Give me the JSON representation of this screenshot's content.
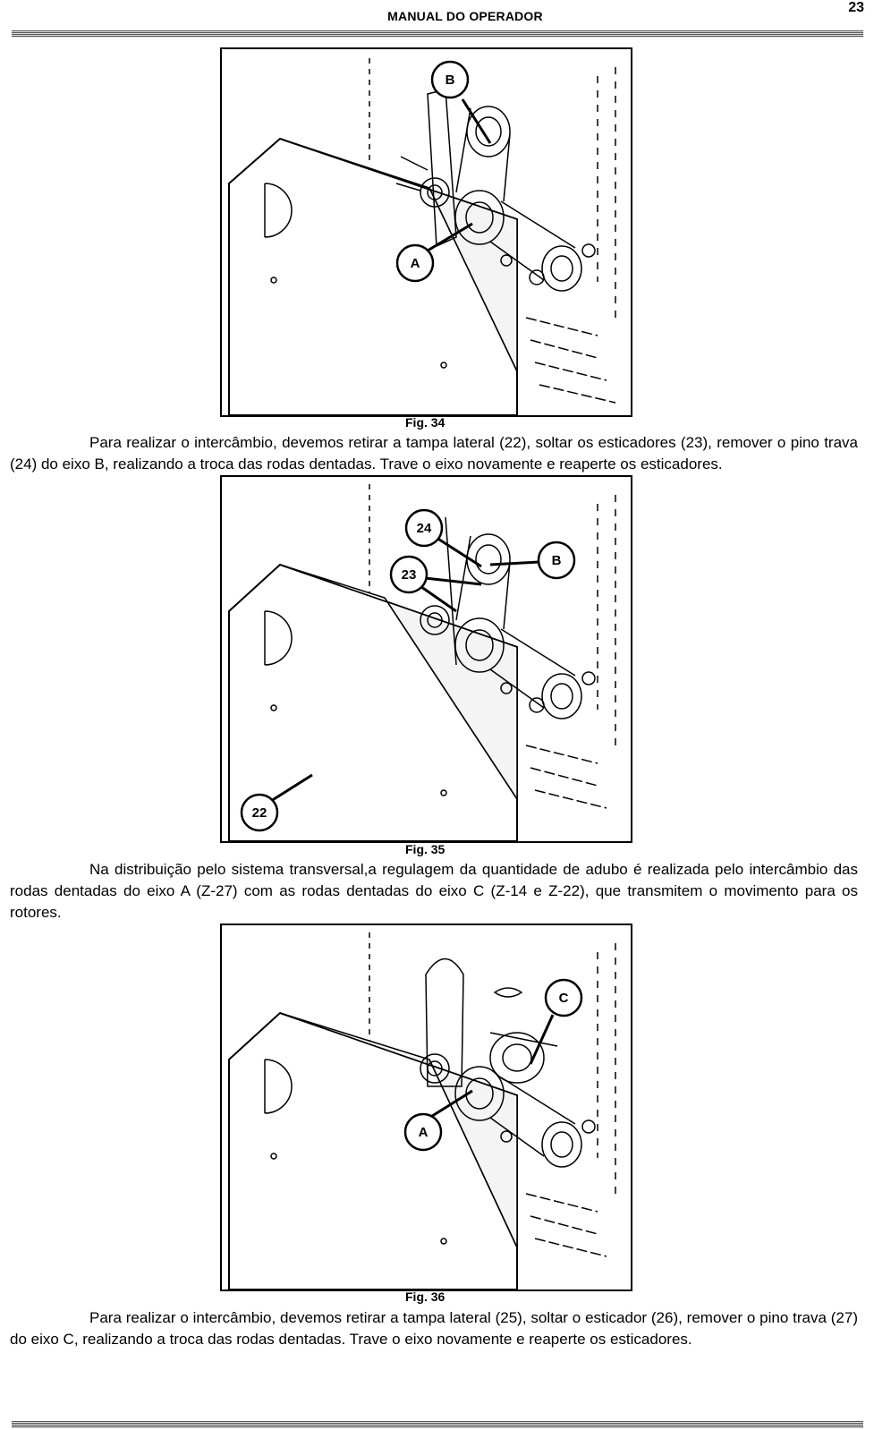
{
  "header": {
    "title": "MANUAL DO OPERADOR",
    "page_number": "23"
  },
  "figures": [
    {
      "caption": "Fig. 34",
      "callouts": [
        "B",
        "A"
      ]
    },
    {
      "caption": "Fig. 35",
      "callouts": [
        "24",
        "23",
        "B",
        "22"
      ]
    },
    {
      "caption": "Fig. 36",
      "callouts": [
        "C",
        "A"
      ]
    }
  ],
  "paragraphs": [
    "Para realizar o intercâmbio, devemos retirar a tampa lateral (22), soltar os esticadores (23), remover o pino trava (24) do eixo B, realizando a troca das rodas dentadas. Trave o eixo novamente e reaperte os esticadores.",
    "Na distribuição pelo sistema transversal,a regulagem da quantidade de adubo é realizada pelo intercâmbio das rodas dentadas do eixo A (Z-27) com as rodas dentadas do eixo C (Z-14 e Z-22), que transmitem o movimento para os rotores.",
    "Para realizar o intercâmbio, devemos retirar a tampa lateral (25), soltar o esticador (26), remover o pino trava (27) do eixo C, realizando a troca das rodas dentadas. Trave o eixo novamente e reaperte os esticadores."
  ]
}
